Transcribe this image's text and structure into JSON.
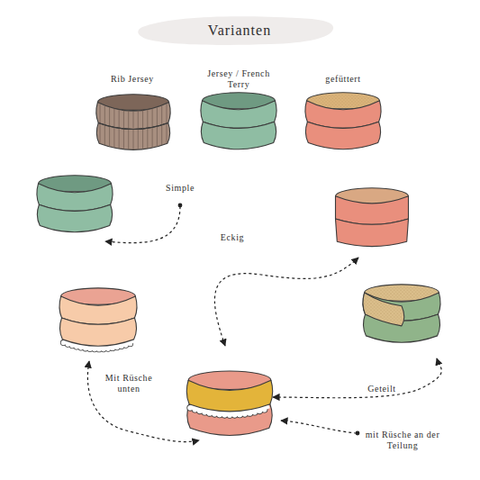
{
  "diagram": {
    "title": "Varianten",
    "labels": [
      "Rib Jersey",
      "Jersey / French Terry",
      "gefüttert",
      "Simple",
      "Eckig",
      "Mit Rüsche unten",
      "Geteilt",
      "mit Rüsche an der Teilung"
    ]
  }
}
